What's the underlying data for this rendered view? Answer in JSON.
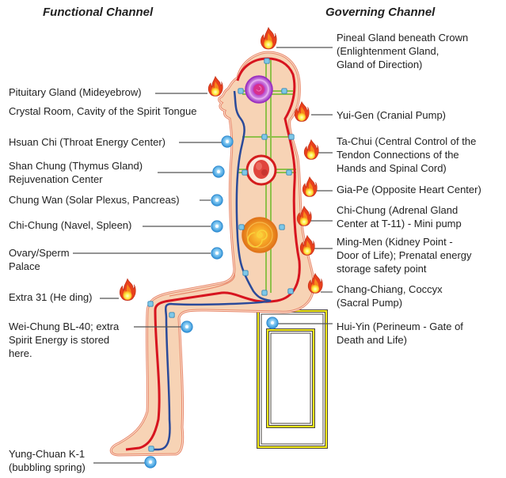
{
  "headings": {
    "functional": "Functional Channel",
    "governing": "Governing Channel"
  },
  "left_labels": [
    {
      "id": "pituitary",
      "lines": [
        "Pituitary Gland (Mideyebrow)"
      ],
      "marker": "flame"
    },
    {
      "id": "crystal-room",
      "lines": [
        "Crystal Room, Cavity of the Spirit Tongue"
      ],
      "marker": "none"
    },
    {
      "id": "hsuan-chi",
      "lines": [
        "Hsuan Chi (Throat Energy Center)"
      ],
      "marker": "orb"
    },
    {
      "id": "shan-chung",
      "lines": [
        "Shan Chung (Thymus Gland)",
        "Rejuvenation Center"
      ],
      "marker": "orb"
    },
    {
      "id": "chung-wan",
      "lines": [
        "Chung Wan (Solar Plexus, Pancreas)"
      ],
      "marker": "orb"
    },
    {
      "id": "chi-chung-navel",
      "lines": [
        "Chi-Chung (Navel, Spleen)"
      ],
      "marker": "orb"
    },
    {
      "id": "ovary-sperm",
      "lines": [
        "Ovary/Sperm",
        "Palace"
      ],
      "marker": "orb"
    },
    {
      "id": "extra-31",
      "lines": [
        "Extra 31 (He ding)"
      ],
      "marker": "flame"
    },
    {
      "id": "wei-chung",
      "lines": [
        "Wei-Chung BL-40; extra",
        "Spirit Energy is stored",
        "here."
      ],
      "marker": "orb"
    },
    {
      "id": "yung-chuan",
      "lines": [
        "Yung-Chuan K-1",
        "(bubbling spring)"
      ],
      "marker": "orb"
    }
  ],
  "right_labels": [
    {
      "id": "pineal",
      "lines": [
        "Pineal Gland beneath Crown",
        "(Enlightenment Gland,",
        "Gland of Direction)"
      ],
      "marker": "flame"
    },
    {
      "id": "yui-gen",
      "lines": [
        "Yui-Gen (Cranial Pump)"
      ],
      "marker": "flame"
    },
    {
      "id": "ta-chui",
      "lines": [
        "Ta-Chui (Central Control of the",
        "Tendon Connections of the",
        "Hands and Spinal Cord)"
      ],
      "marker": "flame"
    },
    {
      "id": "gia-pe",
      "lines": [
        "Gia-Pe (Opposite Heart Center)"
      ],
      "marker": "flame"
    },
    {
      "id": "chi-chung-adrenal",
      "lines": [
        "Chi-Chung (Adrenal Gland",
        "Center at T-11) - Mini pump"
      ],
      "marker": "flame"
    },
    {
      "id": "ming-men",
      "lines": [
        "Ming-Men (Kidney Point -",
        "Door of Life); Prenatal energy",
        "storage safety point"
      ],
      "marker": "flame"
    },
    {
      "id": "chang-chiang",
      "lines": [
        "Chang-Chiang, Coccyx",
        "(Sacral Pump)"
      ],
      "marker": "flame"
    },
    {
      "id": "hui-yin",
      "lines": [
        "Hui-Yin (Perineum - Gate of",
        "Death and Life)"
      ],
      "marker": "orb"
    }
  ],
  "colors": {
    "skin": "#f7d3b5",
    "skin_outline": "#e8876a",
    "governing_channel": "#d7141f",
    "functional_channel": "#2a4a9a",
    "thrusting_channel": "#8fc04a",
    "orb": "#3aa0e0",
    "flame_outer": "#e8401c",
    "flame_inner": "#ffe94a",
    "chair_yellow": "#f4ec1c",
    "chair_dark": "#4a4440",
    "crown_center": "#b43cc8",
    "heart_ring": "#d41d1d",
    "navel_center": "#f08a1c"
  }
}
